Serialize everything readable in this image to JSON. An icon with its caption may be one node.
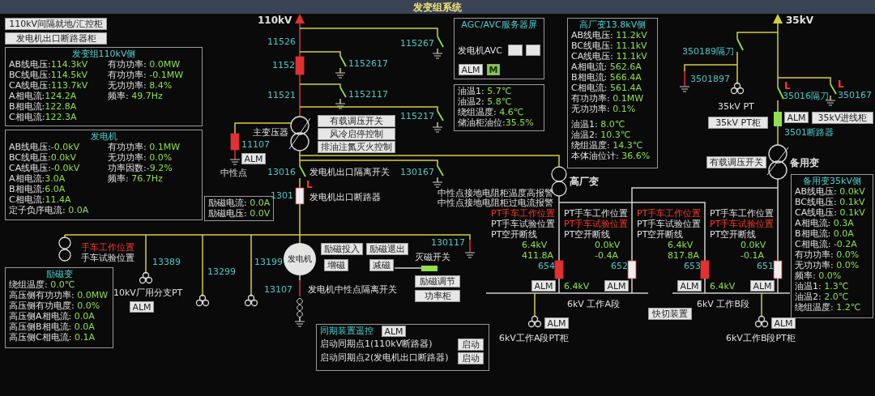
{
  "diagram": {
    "title": "发变组系统",
    "nodes": [
      {
        "text": [
          "110kV间隔就地/汇控柜"
        ]
      },
      {
        "text": [
          "发电机出口断路器柜"
        ]
      },
      {
        "text": [
          "AGC/AVC服务器屏",
          "发电机AVC"
        ]
      },
      {
        "text": [],
        "shape": "box",
        "in": 2
      },
      {
        "text": [],
        "shape": "box",
        "in": 2
      },
      {
        "text": [
          "ALM"
        ],
        "in": 2
      },
      {
        "text": [
          "M"
        ],
        "in": 2
      },
      {
        "text": [
          "发变组110kV侧",
          "AB线电压:114.3kV",
          "BC线电压:114.5kV",
          "CA线电压:113.7kV",
          "A相电流:124.2A",
          "B相电流:122.8A",
          "C相电流:122.3A",
          "有功功率: 0.0MW",
          "有功功率: -0.1MW",
          "无功功率: 8.4%",
          "频率: 49.7Hz"
        ]
      },
      {
        "text": [
          "有载调压开关"
        ]
      },
      {
        "text": [
          "风冷启停控制"
        ]
      },
      {
        "text": [
          "排油注氮灭火控制"
        ]
      },
      {
        "text": [
          "ALM"
        ]
      },
      {
        "text": [
          "油温1: 5.7℃",
          "油温2: 5.8℃",
          "绕组温度: 4.6℃",
          "储油柜油位:35.5%"
        ]
      },
      {
        "text": [
          "高厂变13.8kV侧",
          "AB线电压: 11.2kV",
          "BC线电压: 11.1kV",
          "CA线电压: 11.1kV",
          "A相电流: 562.6A",
          "B相电流: 566.4A",
          "C相电流: 561.4A",
          "有功功率: 0.1MW",
          "无功功率: 0.1%",
          "油温1: 8.0℃",
          "油温2: 10.3℃",
          "绕组温度: 14.3℃",
          "本体油位计: 36.6%"
        ]
      },
      {
        "text": [
          "35kV PT柜"
        ]
      },
      {
        "text": [
          "ALM"
        ]
      },
      {
        "text": [
          "35kV进线柜"
        ]
      },
      {
        "text": [
          "发电机",
          "AB线电压:-0.0kV",
          "BC线电压:0.0kV",
          "CA线电压:-0.0kV",
          "A相电流:3.0A",
          "B相电流:6.0A",
          "C相电流:11.4A",
          "定子负序电流: 0.0A",
          "有功功率: 0.1MW",
          "无功功率: 0.0%",
          "功率因数:-9.2%",
          "频率: 76.7Hz"
        ]
      },
      {
        "text": [
          "有载调压开关"
        ]
      },
      {
        "text": [
          "备用变35kV侧",
          "AB线电压: 0.0kV",
          "BC线电压: 0.1kV",
          "CA线电压: 0.1kV",
          "A相电流: 0.3A",
          "B相电流: 0.0A",
          "C相电流: -0.2A",
          "有功功率: 0.0%",
          "无功功率: 0.0%",
          "频率: 0.0%",
          "油温1: 1.3℃",
          "油温2: 2.0℃",
          "绕组温度: 1.2℃"
        ]
      },
      {
        "text": [
          "励磁电流: 0.0A",
          "励磁电压: 0.0V"
        ]
      },
      {
        "text": [
          "发电机"
        ]
      },
      {
        "text": [
          "励磁投入"
        ]
      },
      {
        "text": [
          "励磁退出"
        ]
      },
      {
        "text": [
          "增磁"
        ]
      },
      {
        "text": [
          "减磁"
        ]
      },
      {
        "text": [
          "励磁调节"
        ]
      },
      {
        "text": [
          "功率柜"
        ]
      },
      {
        "text": [
          "励磁变",
          "绕组温度: 0.0℃",
          "高压侧有功功率: 0.0MW",
          "高压侧有功电度: 0.0%",
          "高压侧A相电流: 0.0A",
          "高压侧B相电流: 0.0A",
          "高压侧C相电流: 0.1A"
        ]
      },
      {
        "text": [
          "ALM"
        ]
      },
      {
        "text": [
          "同期装置遥控",
          "启动同期点1(110kV断路器)",
          "启动同期点2(发电机出口断路器)"
        ]
      },
      {
        "text": [
          "ALM"
        ],
        "in": 30
      },
      {
        "text": [
          "启动"
        ],
        "in": 30
      },
      {
        "text": [
          "启动"
        ],
        "in": 30
      },
      {
        "text": [
          "ALM"
        ]
      },
      {
        "text": [
          "ALM"
        ]
      },
      {
        "text": [
          "ALM"
        ]
      },
      {
        "text": [
          "快切装置"
        ]
      },
      {
        "text": [
          "ALM"
        ]
      },
      {
        "text": [
          "ALM"
        ]
      },
      {
        "text": [
          "ALM"
        ]
      }
    ],
    "labels": [
      "110kV",
      "11526",
      "1152",
      "11521",
      "115267",
      "1152617",
      "1152117",
      "115217",
      "主变压器",
      "11107",
      "中性点",
      "13016",
      "发电机出口隔离开关",
      "130167",
      "1301",
      "L",
      "发电机出口断路器",
      "中性点接地电阻柜温度高报警",
      "中性点接地电阻柜过电流报警",
      "高厂变",
      "手车工作位置",
      "手车试验位置",
      "13389",
      "13299",
      "13199",
      "10kV厂用分支PT",
      "灭磁开关",
      "130117",
      "13107",
      "发电机中性点隔离开关",
      "35kV",
      "350189隔刀",
      "3501897",
      "35kV PT",
      "L",
      "35016隔刀",
      "L",
      "350167",
      "3501断路器",
      "备用变",
      "PT手车工作位置",
      "PT手车试验位置",
      "PT空开断线",
      "6.4kV",
      "411.8A",
      "654",
      "PT手车工作位置",
      "PT手车试验位置",
      "PT空开断线",
      "0.0kV",
      "-0.4A",
      "652",
      "6.4kV",
      "6kV 工作A段",
      "6kV工作A段PT柜",
      "PT手车工作位置",
      "PT手车试验位置",
      "PT空开断线",
      "6.4kV",
      "817.8A",
      "653",
      "PT手车工作位置",
      "PT手车试验位置",
      "PT空开断线",
      "0.0kV",
      "-0.1A",
      "651",
      "6.4kV",
      "6kV 工作B段",
      "6kV工作B段PT柜"
    ]
  }
}
